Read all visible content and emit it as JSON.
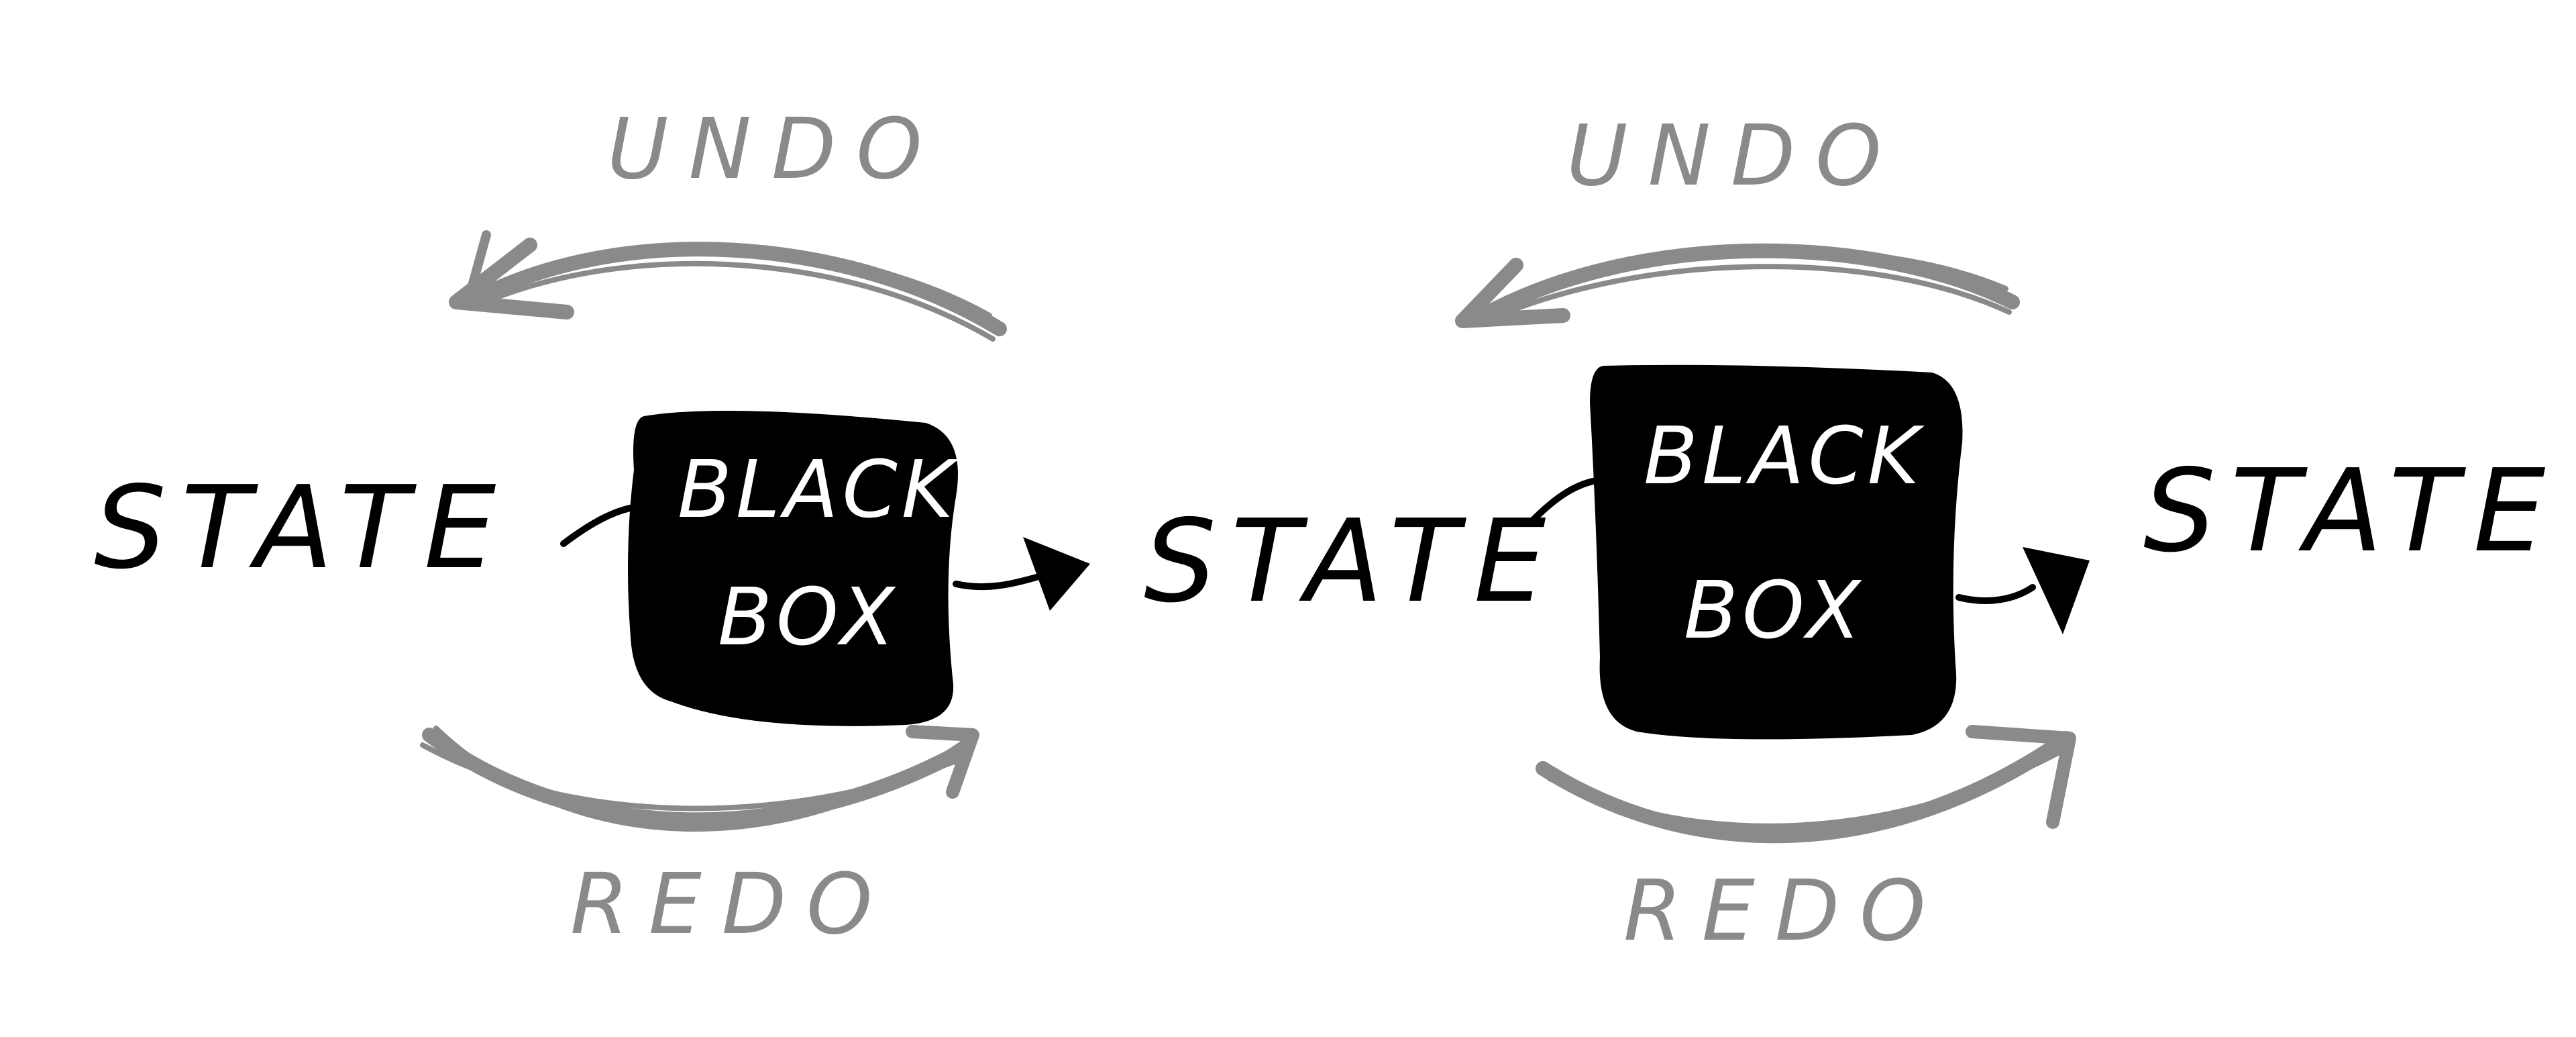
{
  "diagram": {
    "states": [
      {
        "label": "STATE"
      },
      {
        "label": "STATE"
      },
      {
        "label": "STATE"
      }
    ],
    "boxes": [
      {
        "line1": "BLACK",
        "line2": "BOX"
      },
      {
        "line1": "BLACK",
        "line2": "BOX"
      }
    ],
    "cycles": [
      {
        "undo": "UNDO",
        "redo": "REDO"
      },
      {
        "undo": "UNDO",
        "redo": "REDO"
      }
    ],
    "colors": {
      "ink": "#000000",
      "gray": "#8a8a8a",
      "box_text": "#ffffff",
      "background": "#ffffff"
    }
  }
}
